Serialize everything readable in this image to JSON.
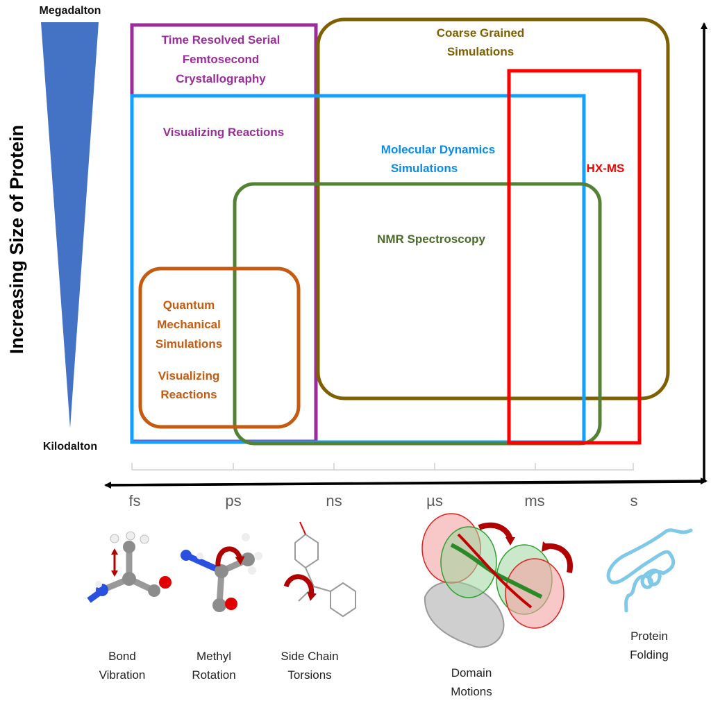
{
  "y_axis": {
    "title": "Increasing Size of Protein",
    "top_label": "Megadalton",
    "bottom_label": "Kilodalton",
    "wedge_color": "#4472C4"
  },
  "x_axis": {
    "ticks": [
      "fs",
      "ps",
      "ns",
      "µs",
      "ms",
      "s"
    ]
  },
  "regions": [
    {
      "id": "trsfx",
      "lines": [
        "Time Resolved Serial",
        "Femtosecond",
        "Crystallography"
      ],
      "sub": "Visualizing Reactions",
      "color": "#9B2D9B"
    },
    {
      "id": "cg",
      "lines": [
        "Coarse Grained",
        "Simulations"
      ],
      "color": "#7F6000"
    },
    {
      "id": "hxms",
      "lines": [
        "HX-MS"
      ],
      "color": "#FF0000"
    },
    {
      "id": "md",
      "lines": [
        "Molecular Dynamics",
        "Simulations"
      ],
      "color": "#0A8CE6",
      "border_color": "#13A0FF"
    },
    {
      "id": "nmr",
      "lines": [
        "NMR Spectroscopy"
      ],
      "color": "#4A6B2A",
      "border_color": "#548235"
    },
    {
      "id": "qm",
      "lines": [
        "Quantum",
        "Mechanical",
        "Simulations"
      ],
      "sub_lines": [
        "Visualizing",
        "Reactions"
      ],
      "color": "#C55A11"
    }
  ],
  "motions": [
    {
      "label_lines": [
        "Bond",
        "Vibration"
      ]
    },
    {
      "label_lines": [
        "Methyl",
        "Rotation"
      ]
    },
    {
      "label_lines": [
        "Side Chain",
        "Torsions"
      ]
    },
    {
      "label_lines": [
        "Domain",
        "Motions"
      ]
    },
    {
      "label_lines": [
        "Protein",
        "Folding"
      ]
    }
  ]
}
